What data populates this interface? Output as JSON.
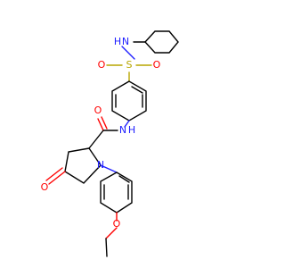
{
  "molecule": {
    "atoms": {
      "sulfonamide_n": "N",
      "sulfonamide_h": "H",
      "sulfur": "S",
      "sulfonyl_o_left": "O",
      "sulfonyl_o_right": "O",
      "amide_o": "O",
      "amide_n": "N",
      "amide_h": "H",
      "ring_n": "N",
      "lactam_o": "O",
      "ether_o": "O"
    },
    "colors": {
      "carbon_bond": "#000000",
      "nitrogen": "#2020ff",
      "oxygen": "#ff0000",
      "sulfur": "#b8a600"
    }
  }
}
